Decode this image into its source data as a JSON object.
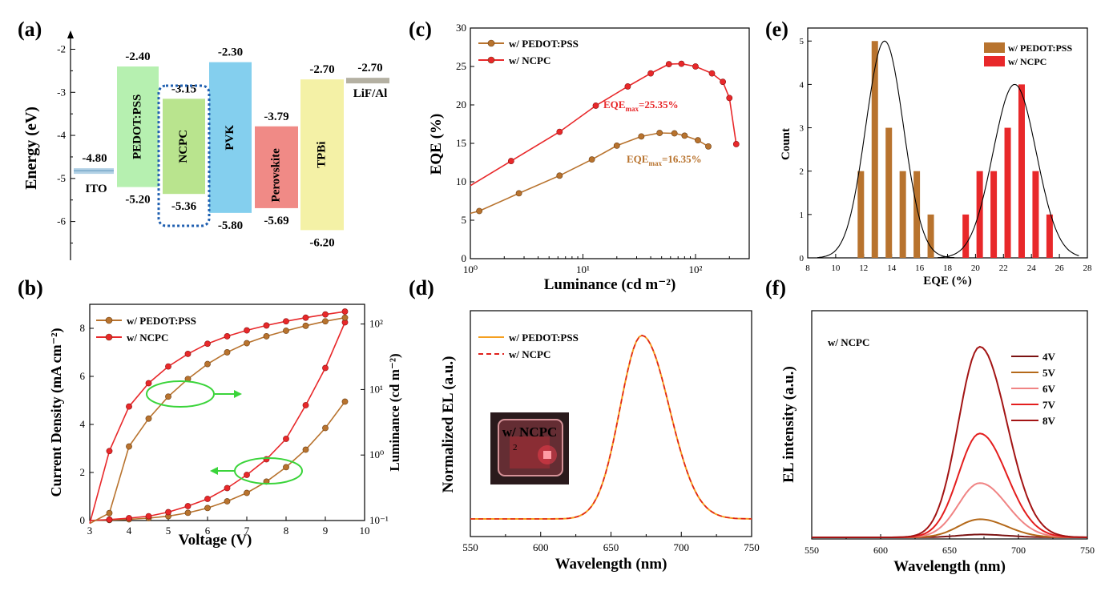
{
  "colors": {
    "pedot": "#b8732e",
    "ncpc": "#e8282a",
    "ncpc_box": "#1f5fb0",
    "green": "#3ad43a",
    "ito": "#9fc6de",
    "lif": "#b4b0a2",
    "pedot_bar": "#b6f0b0",
    "ncpc_bar": "#b9e48e",
    "pvk_bar": "#84cfee",
    "perov_bar": "#f08a86",
    "tpbi_bar": "#f4f1a6",
    "v4": "#7b1212",
    "v5": "#b4691a",
    "v6": "#f08484",
    "v7": "#e41e1e",
    "v8": "#a31414"
  },
  "chart_data": [
    {
      "panel": "(a)",
      "type": "diagram",
      "ylabel": "Energy (eV)",
      "ylim": [
        -6.9,
        -1.6
      ],
      "yticks": [
        -2,
        -3,
        -4,
        -5,
        -6
      ],
      "layers": [
        {
          "name": "ITO",
          "top": -4.8,
          "bottom": null,
          "top_label": "-4.80",
          "bottom_label": ""
        },
        {
          "name": "PEDOT:PSS",
          "top": -2.4,
          "bottom": -5.2,
          "top_label": "-2.40",
          "bottom_label": "-5.20"
        },
        {
          "name": "NCPC",
          "top": -3.15,
          "bottom": -5.36,
          "top_label": "-3.15",
          "bottom_label": "-5.36"
        },
        {
          "name": "PVK",
          "top": -2.3,
          "bottom": -5.8,
          "top_label": "-2.30",
          "bottom_label": "-5.80"
        },
        {
          "name": "Perovskite",
          "top": -3.79,
          "bottom": -5.69,
          "top_label": "-3.79",
          "bottom_label": "-5.69"
        },
        {
          "name": "TPBi",
          "top": -2.7,
          "bottom": -6.2,
          "top_label": "-2.70",
          "bottom_label": "-6.20"
        },
        {
          "name": "LiF/Al",
          "top": -2.7,
          "bottom": null,
          "top_label": "-2.70",
          "bottom_label": ""
        }
      ]
    },
    {
      "panel": "(b)",
      "type": "line",
      "xlabel": "Voltage (V)",
      "ylabel": "Current Density (mA cm⁻²)",
      "y2label": "Luminance (cd m⁻²)",
      "xlim": [
        3,
        10
      ],
      "ylim": [
        0,
        9
      ],
      "y2lim_log": [
        0.1,
        200
      ],
      "xticks": [
        3,
        4,
        5,
        6,
        7,
        8,
        9,
        10
      ],
      "yticks": [
        0,
        2,
        4,
        6,
        8
      ],
      "y2ticks": [
        "10⁻¹",
        "10⁰",
        "10¹",
        "10²"
      ],
      "legend": [
        "w/ PEDOT:PSS",
        "w/ NCPC"
      ],
      "x": [
        3,
        3.5,
        4,
        4.5,
        5,
        5.5,
        6,
        6.5,
        7,
        7.5,
        8,
        8.5,
        9,
        9.5
      ],
      "series": [
        {
          "name": "w/ PEDOT:PSS",
          "axis": "left",
          "values": [
            0,
            0.02,
            0.05,
            0.1,
            0.18,
            0.32,
            0.52,
            0.8,
            1.15,
            1.62,
            2.22,
            2.95,
            3.85,
            4.95
          ]
        },
        {
          "name": "w/ NCPC",
          "axis": "left",
          "values": [
            0,
            0.04,
            0.1,
            0.18,
            0.35,
            0.6,
            0.9,
            1.35,
            1.9,
            2.55,
            3.4,
            4.8,
            6.35,
            8.25
          ]
        },
        {
          "name": "w/ PEDOT:PSS",
          "axis": "right",
          "values": [
            0.09,
            0.13,
            1.35,
            3.6,
            7.8,
            14.5,
            24.5,
            37,
            51,
            65,
            79,
            94,
            110,
            125
          ]
        },
        {
          "name": "w/ NCPC",
          "axis": "right",
          "values": [
            0.09,
            1.15,
            5.5,
            12.5,
            22.5,
            35,
            50,
            65,
            80,
            95,
            110,
            125,
            140,
            155
          ]
        }
      ]
    },
    {
      "panel": "(c)",
      "type": "line",
      "xlabel": "Luminance (cd m⁻²)",
      "ylabel": "EQE (%)",
      "xlim_log": [
        1,
        300
      ],
      "ylim": [
        0,
        30
      ],
      "xticks": [
        "10⁰",
        "10¹",
        "10²"
      ],
      "yticks": [
        0,
        5,
        10,
        15,
        20,
        25,
        30
      ],
      "legend": [
        "w/ PEDOT:PSS",
        "w/ NCPC"
      ],
      "annotations": [
        {
          "label": "EQE",
          "sub": "max",
          "value": "=25.35%"
        },
        {
          "label": "EQE",
          "sub": "max",
          "value": "=16.35%"
        }
      ],
      "series": [
        {
          "name": "w/ PEDOT:PSS",
          "x": [
            1.2,
            2.7,
            6.2,
            12,
            20,
            33,
            48,
            65,
            80,
            105,
            130
          ],
          "values": [
            6.2,
            8.5,
            10.8,
            12.9,
            14.7,
            15.9,
            16.35,
            16.3,
            16.0,
            15.4,
            14.6
          ]
        },
        {
          "name": "w/ NCPC",
          "x": [
            2.3,
            6.2,
            13,
            25,
            40,
            58,
            75,
            100,
            140,
            175,
            200,
            230
          ],
          "values": [
            12.7,
            16.5,
            19.9,
            22.4,
            24.1,
            25.3,
            25.35,
            25.0,
            24.1,
            23.0,
            20.9,
            14.9
          ]
        }
      ]
    },
    {
      "panel": "(d)",
      "type": "line",
      "xlabel": "Wavelength (nm)",
      "ylabel": "Normalized EL (a.u.)",
      "xlim": [
        550,
        750
      ],
      "xticks": [
        550,
        600,
        650,
        700,
        750
      ],
      "legend": [
        "w/ PEDOT:PSS",
        "w/ NCPC"
      ],
      "peak_nm": 672,
      "inset_label": "w/ NCPC",
      "inset_tick_digits": [
        "N",
        "C",
        "2"
      ]
    },
    {
      "panel": "(e)",
      "type": "bar",
      "xlabel": "EQE (%)",
      "ylabel": "Count",
      "xlim": [
        8,
        28
      ],
      "ylim": [
        0,
        5.3
      ],
      "xticks": [
        8,
        10,
        12,
        14,
        16,
        18,
        20,
        22,
        24,
        26,
        28
      ],
      "yticks": [
        0,
        1,
        2,
        3,
        4,
        5
      ],
      "legend": [
        "w/ PEDOT:PSS",
        "w/ NCPC"
      ],
      "series": [
        {
          "name": "w/ PEDOT:PSS",
          "x": [
            11.8,
            12.8,
            13.8,
            14.8,
            15.8,
            16.8
          ],
          "values": [
            2,
            5,
            3,
            2,
            2,
            1
          ]
        },
        {
          "name": "w/ NCPC",
          "x": [
            19.3,
            20.3,
            21.3,
            22.3,
            23.3,
            24.3,
            25.3
          ],
          "values": [
            1,
            2,
            2,
            3,
            4,
            2,
            1
          ]
        }
      ],
      "fits": [
        {
          "center": 13.5,
          "sigma": 1.35,
          "amp": 5
        },
        {
          "center": 22.8,
          "sigma": 1.55,
          "amp": 4
        }
      ]
    },
    {
      "panel": "(f)",
      "type": "line",
      "xlabel": "Wavelength (nm)",
      "ylabel": "EL intensity (a.u.)",
      "xlim": [
        550,
        750
      ],
      "xticks": [
        550,
        600,
        650,
        700,
        750
      ],
      "legend": [
        "4V",
        "5V",
        "6V",
        "7V",
        "8V"
      ],
      "title": "w/ NCPC",
      "peak_nm": 672,
      "peak_heights": [
        0.015,
        0.095,
        0.285,
        0.545,
        1.0
      ]
    }
  ]
}
